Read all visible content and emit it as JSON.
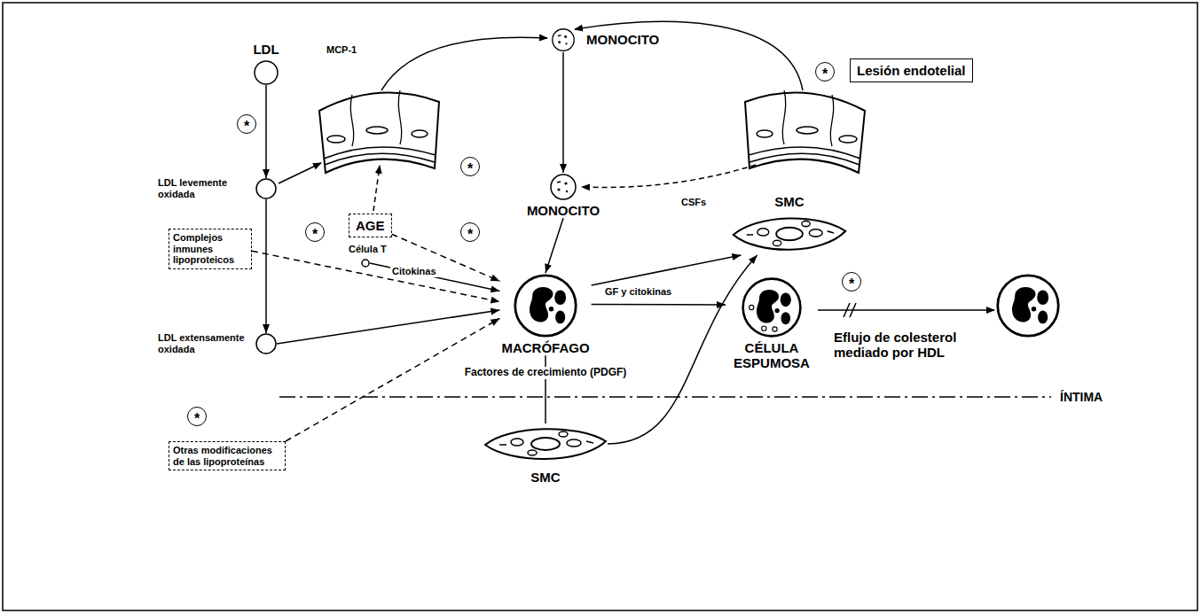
{
  "diagram": {
    "nodes": [
      {
        "text": [
          "LDL"
        ]
      },
      {
        "text": [
          "MONOCITO"
        ]
      },
      {
        "text": [
          "*"
        ]
      },
      {
        "text": [
          "*"
        ]
      },
      {
        "text": [
          "Lesión endotelial"
        ]
      },
      {
        "text": [
          "LDL levemente oxidada"
        ]
      },
      {
        "text": [
          "*"
        ]
      },
      {
        "text": [
          "MONOCITO"
        ]
      },
      {
        "text": [
          "SMC"
        ]
      },
      {
        "text": [
          "AGE"
        ]
      },
      {
        "text": [
          "Complejos inmunes lipoproteicos"
        ]
      },
      {
        "text": [
          "*"
        ]
      },
      {
        "text": [
          "*"
        ]
      },
      {
        "text": [
          "Célula T"
        ]
      },
      {
        "text": [
          "LDL extensamente oxidada"
        ]
      },
      {
        "text": [
          "MACRÓFAGO"
        ]
      },
      {
        "text": [
          "CÉLULA ESPUMOSA"
        ]
      },
      {
        "text": [
          "*"
        ]
      },
      {
        "text": [
          "*"
        ]
      },
      {
        "text": [
          "Otras modificaciones de las lipoproteínas"
        ]
      },
      {
        "text": [
          "SMC"
        ]
      }
    ],
    "edges": [
      {
        "from": 0,
        "to": 5,
        "arrow": "to"
      },
      {
        "from": 5,
        "to": 14,
        "arrow": "to"
      },
      {
        "from": 14,
        "to": 15,
        "arrow": "to"
      },
      {
        "from": 10,
        "to": 15,
        "arrow": "to"
      },
      {
        "from": 19,
        "to": 15,
        "arrow": "to"
      },
      {
        "from": 9,
        "to": 15,
        "arrow": "to"
      },
      {
        "from": 13,
        "to": 15,
        "label": "Citokinas",
        "arrow": "to"
      },
      {
        "from": 1,
        "to": 7,
        "arrow": "to"
      },
      {
        "from": 7,
        "to": 15,
        "arrow": "to"
      },
      {
        "from": 15,
        "to": 16,
        "arrow": "to"
      },
      {
        "from": 15,
        "to": 8,
        "label": "GF y citokinas",
        "arrow": "to"
      },
      {
        "from": 15,
        "to": 20,
        "label": "Factores de crecimiento (PDGF)",
        "arrow": "none"
      },
      {
        "from": 20,
        "to": 8,
        "arrow": "to"
      }
    ],
    "labels": [
      "MCP-1",
      "CSFs",
      "Eflujo de colesterol mediado por HDL",
      "ÍNTIMA"
    ]
  }
}
